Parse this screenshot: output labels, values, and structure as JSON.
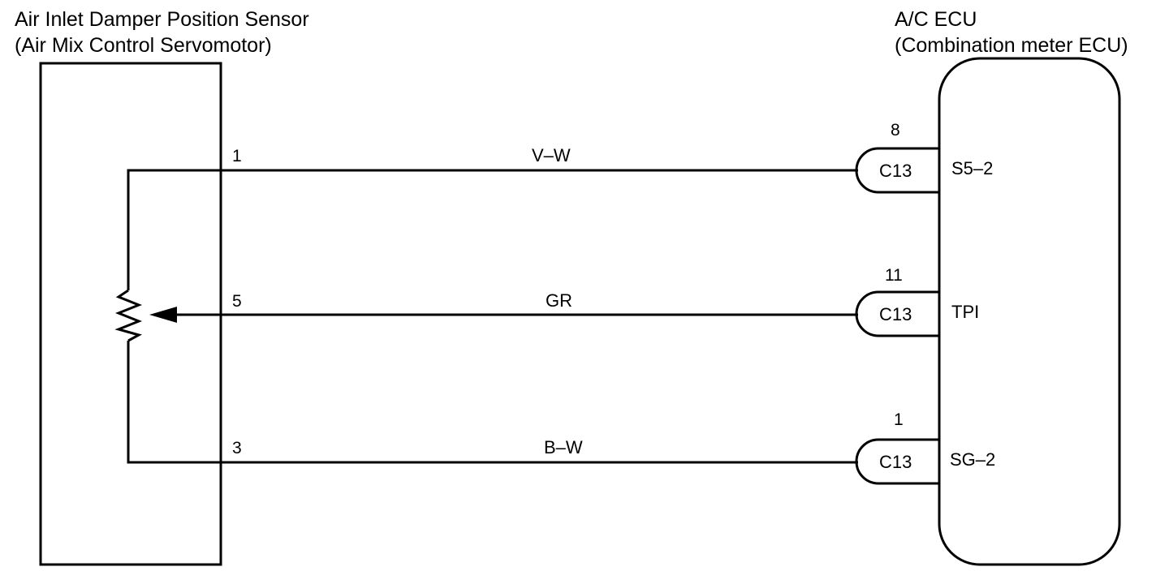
{
  "sensor": {
    "title_line1": "Air Inlet Damper Position Sensor",
    "title_line2": "(Air Mix Control Servomotor)"
  },
  "ecu": {
    "title_line1": "A/C ECU",
    "title_line2": "(Combination meter ECU)"
  },
  "wires": [
    {
      "pin": "1",
      "color": "V–W",
      "connector": "C13",
      "ecu_pin": "8",
      "terminal": "S5–2"
    },
    {
      "pin": "5",
      "color": "GR",
      "connector": "C13",
      "ecu_pin": "11",
      "terminal": "TPI"
    },
    {
      "pin": "3",
      "color": "B–W",
      "connector": "C13",
      "ecu_pin": "1",
      "terminal": "SG–2"
    }
  ]
}
